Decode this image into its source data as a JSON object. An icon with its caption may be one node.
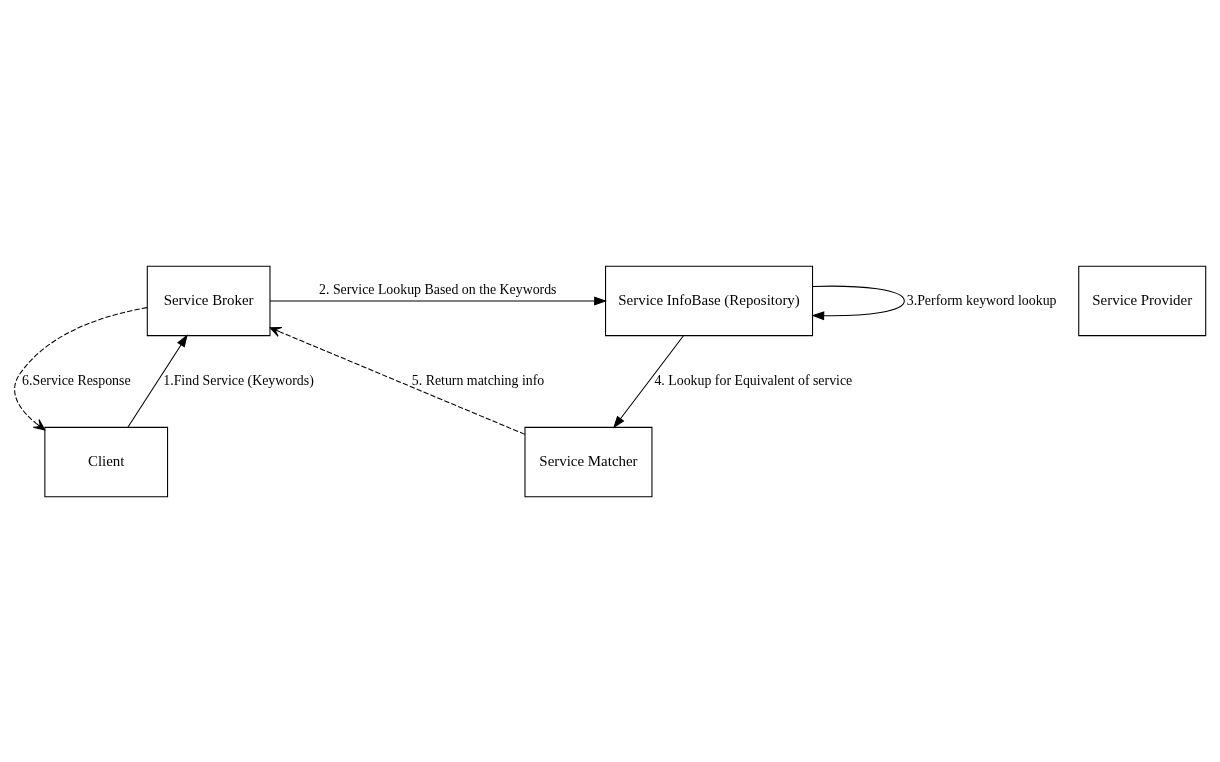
{
  "diagram": {
    "nodes": [
      {
        "text": [
          "Service Broker"
        ]
      },
      {
        "text": [
          "Service InfoBase (Repository)"
        ]
      },
      {
        "text": [
          "Client"
        ]
      },
      {
        "text": [
          "Service Matcher"
        ]
      },
      {
        "text": [
          "Service Provider"
        ]
      }
    ],
    "edges": [
      {
        "from": 2,
        "to": 0,
        "arrow": "to",
        "label": "1.Find Service (Keywords)"
      },
      {
        "from": 0,
        "to": 1,
        "arrow": "to",
        "label": "2. Service Lookup Based on the Keywords"
      },
      {
        "from": 1,
        "to": 1,
        "arrow": "to",
        "label": "3.Perform keyword lookup"
      },
      {
        "from": 1,
        "to": 3,
        "arrow": "to",
        "label": "4. Lookup for Equivalent of service"
      },
      {
        "from": 3,
        "to": 0,
        "arrow": "to",
        "label": "5. Return matching info",
        "style": "dashed"
      },
      {
        "from": 0,
        "to": 2,
        "arrow": "to",
        "label": "6.Service Response",
        "style": "dashed"
      }
    ]
  }
}
